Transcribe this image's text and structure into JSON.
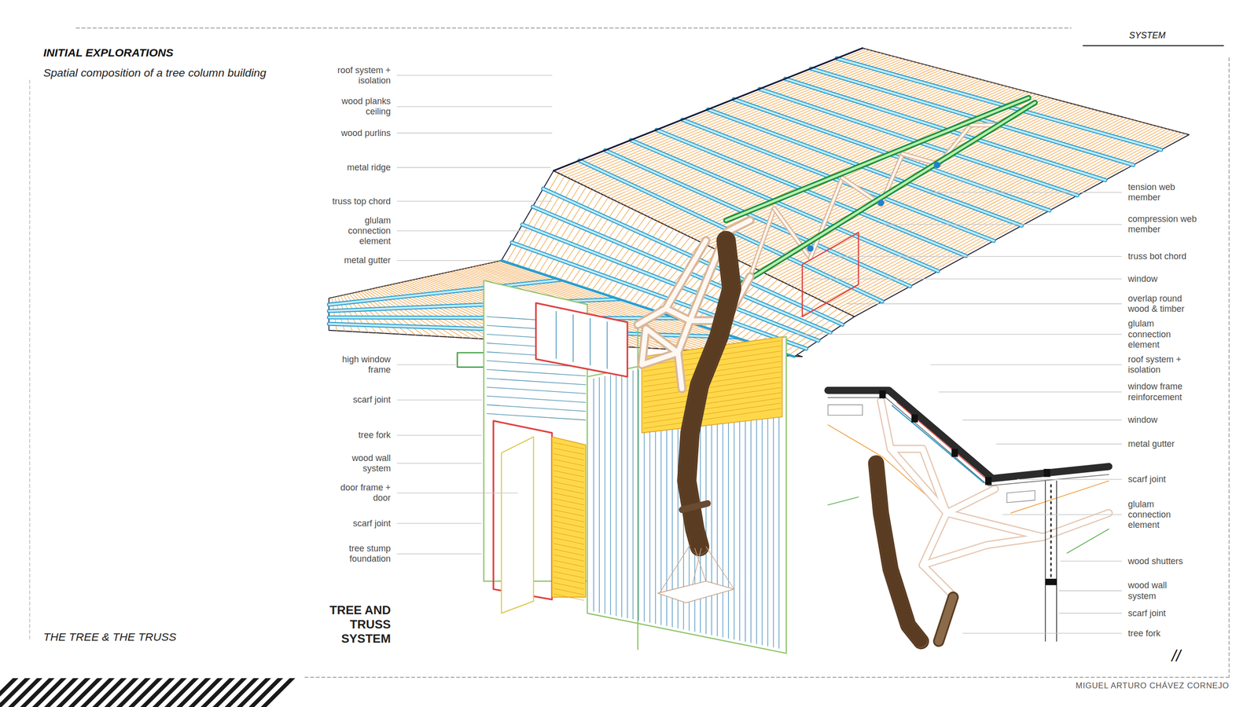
{
  "diagram": {
    "title": "INITIAL EXPLORATIONS",
    "caption": "Spatial composition of a tree column building",
    "labels": [
      "SYSTEM",
      "THE TREE & THE TRUSS",
      "TREE AND TRUSS SYSTEM",
      "MIGUEL ARTURO CHÁVEZ CORNEJO",
      "//",
      "roof system + isolation",
      "wood planks ceiling",
      "wood purlins",
      "metal ridge",
      "truss top chord",
      "glulam connection element",
      "metal gutter",
      "high window frame",
      "scarf joint",
      "tree fork",
      "wood wall system",
      "door frame + door",
      "scarf joint",
      "tree stump foundation",
      "tension web member",
      "compression web member",
      "truss bot chord",
      "window",
      "overlap round wood & timber",
      "glulam connection element",
      "roof system + isolation",
      "window frame reinforcement",
      "window",
      "metal gutter",
      "scarf joint",
      "glulam connection element",
      "wood shutters",
      "wood wall system",
      "scarf joint",
      "tree fork"
    ]
  }
}
